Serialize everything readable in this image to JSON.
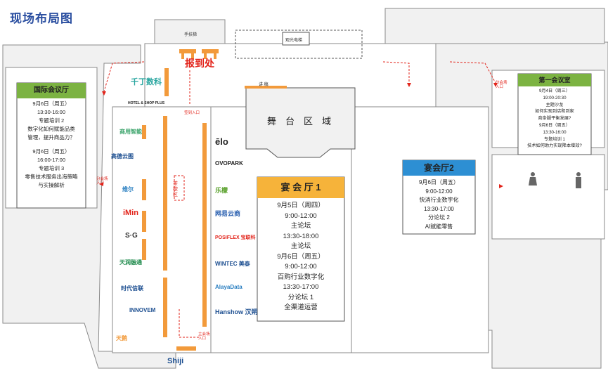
{
  "page_title": "现场布局图",
  "signin": "报到处",
  "stage": "舞台区域",
  "labels": {
    "lift": "手扶梯",
    "viewlift": "观光电梯",
    "podium": "讲 稿",
    "signin_entry": "签到入口",
    "tea_break": "茶歇区",
    "signin_entry_left": "分会场入口",
    "signin_entry_right": "分会场入口",
    "signin_entry_bottom": "主会场入口"
  },
  "intl_hall": {
    "name": "国际会议厅",
    "lines": [
      "9月6日（周五）",
      "13:30-16:00",
      "专题培训 2",
      "数字化如何赋能品类",
      "管理，提升商品力？",
      "9月6日（周五）",
      "16:00-17:00",
      "专题培训 3",
      "零售技术服务出海策略",
      "与实操解析"
    ]
  },
  "main_hall": {
    "name": "宴 会 厅 1",
    "lines": [
      "9月5日（周四）",
      "9:00-12:00",
      "主论坛",
      "13:30-18:00",
      "主论坛",
      "9月6日（周五）",
      "9:00-12:00",
      "百购行业数字化",
      "13:30-17:00",
      "分论坛 1",
      "全渠道运营"
    ]
  },
  "hall2": {
    "name": "宴会厅2",
    "lines": [
      "9月6日（周五）",
      "9:00-12:00",
      "快消行业数字化",
      "13:30-17:00",
      "分论坛 2",
      "AI赋能零售"
    ]
  },
  "meeting1": {
    "name": "第一会议室",
    "lines": [
      "9月4日（周三）",
      "19:00-20:30",
      "主题沙龙",
      "如何实现到店和到家",
      "商条腿平衡发展?",
      "9月6日（周五）",
      "13:30-16:00",
      "专题培训 1",
      "技术如何助力实现降本增效?"
    ]
  },
  "exhibitors_left": [
    "千丁数科",
    "HOTEL & SHOP PLUS",
    "商用智能",
    "高德云图",
    "维尔",
    "iMin",
    "S·G",
    "天润融通",
    "时代信联",
    "INNOVEM",
    "天鹅",
    "Shiji"
  ],
  "exhibitors_right": [
    "ēlo",
    "OVOPARK",
    "乐檬",
    "网易云商",
    "POSIFLEX 宝联科",
    "WINTEC 美泰",
    "AlayaData",
    "Hanshow 汉朔"
  ],
  "colors": {
    "accent_blue": "#2a4ea0",
    "orange": "#f29a3b",
    "hall1_yellow": "#f6b33a",
    "hall2_blue": "#2d8fd3",
    "green": "#7cb342",
    "red": "#e2231a",
    "gray": "#f0f0f0"
  }
}
